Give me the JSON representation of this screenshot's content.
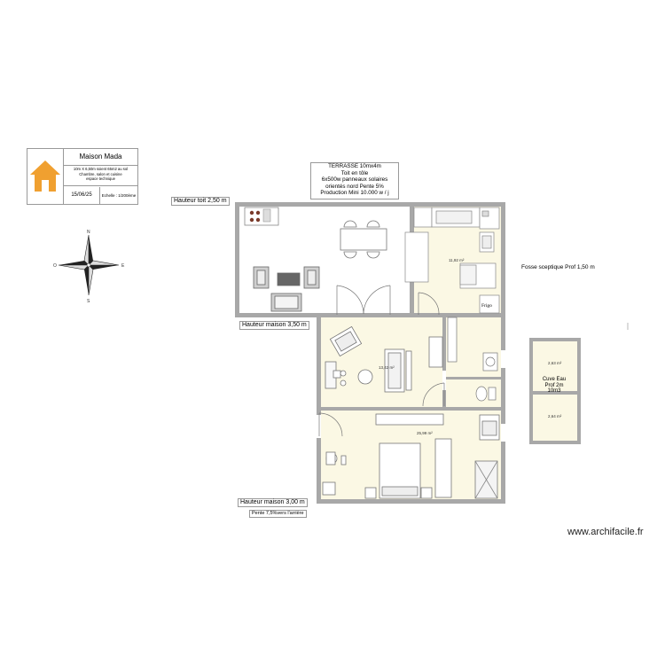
{
  "title_block": {
    "title": "Maison Mada",
    "description": [
      "10m X 6,50m soient 65m2 au sol",
      "Chambre, salon et cuisine",
      "espace technique"
    ],
    "date": "15/06/25",
    "scale": "Echelle : 1/200ème",
    "logo_icon": "house-icon",
    "logo_color": "#f0a030"
  },
  "compass": {
    "icon": "compass-rose-icon",
    "labels": [
      "N",
      "E",
      "S",
      "O"
    ]
  },
  "terrasse_note": [
    "TERRASSE 10mx4m",
    "Toit en tôle",
    "6x500w panneaux solaires",
    "orientés nord Pente 5%",
    "Production Mini 10.000 w / j"
  ],
  "labels": {
    "hauteur_toit": "Hauteur toit 2,50 m",
    "hauteur_maison_350": "Hauteur maison 3,50 m",
    "hauteur_maison_300": "Hauteur maison 3,00 m",
    "pente": "Pente 7,5%vers l'arrière",
    "fosse": "Fosse sceptique Prof 1,50 m"
  },
  "areas": {
    "cuisine": "11,92 m²",
    "salon": "13,42 m²",
    "chambre": "25,99 m²",
    "cuve_haut": "2,63 m²",
    "cuve_bas": "2,64 m²"
  },
  "cuve": [
    "Cuve Eau",
    "Prof 2m",
    "10m3"
  ],
  "cuisine_fridge_label": "Frigo",
  "watermark": "www.archifacile.fr",
  "colors": {
    "wall": "#a8a8a8",
    "floor": "#fbf8e4",
    "terrace": "#ffffff"
  }
}
